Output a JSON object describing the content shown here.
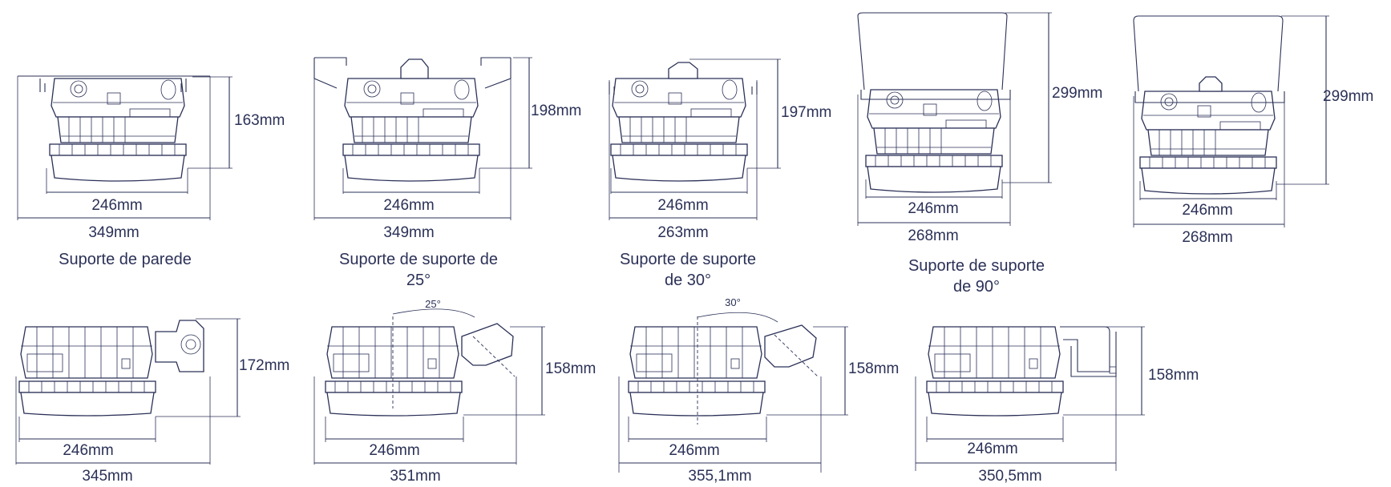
{
  "top_row": [
    {
      "width_inner": "246mm",
      "width_outer": "349mm",
      "height": "163mm",
      "caption_lines": [
        "Suporte de parede"
      ]
    },
    {
      "width_inner": "246mm",
      "width_outer": "349mm",
      "height": "198mm",
      "caption_lines": [
        "Suporte de suporte de",
        "25°"
      ]
    },
    {
      "width_inner": "246mm",
      "width_outer": "263mm",
      "height": "197mm",
      "caption_lines": [
        "Suporte de suporte",
        "de 30°"
      ]
    },
    {
      "width_inner": "246mm",
      "width_outer": "268mm",
      "height": "299mm",
      "caption_lines": [
        "Suporte de suporte",
        "de 90°"
      ]
    },
    {
      "width_inner": "246mm",
      "width_outer": "268mm",
      "height": "299mm",
      "caption_lines": []
    }
  ],
  "bottom_row": [
    {
      "width_inner": "246mm",
      "width_outer": "345mm",
      "height": "172mm",
      "angle": ""
    },
    {
      "width_inner": "246mm",
      "width_outer": "351mm",
      "height": "158mm",
      "angle": "25°"
    },
    {
      "width_inner": "246mm",
      "width_outer": "355,1mm",
      "height": "158mm",
      "angle": "30°"
    },
    {
      "width_inner": "246mm",
      "width_outer": "350,5mm",
      "height": "158mm",
      "angle": ""
    }
  ],
  "colors": {
    "line": "#2b3157",
    "background": "#ffffff"
  },
  "icons": [
    "lamp-front-view-icon",
    "lamp-side-view-icon"
  ]
}
